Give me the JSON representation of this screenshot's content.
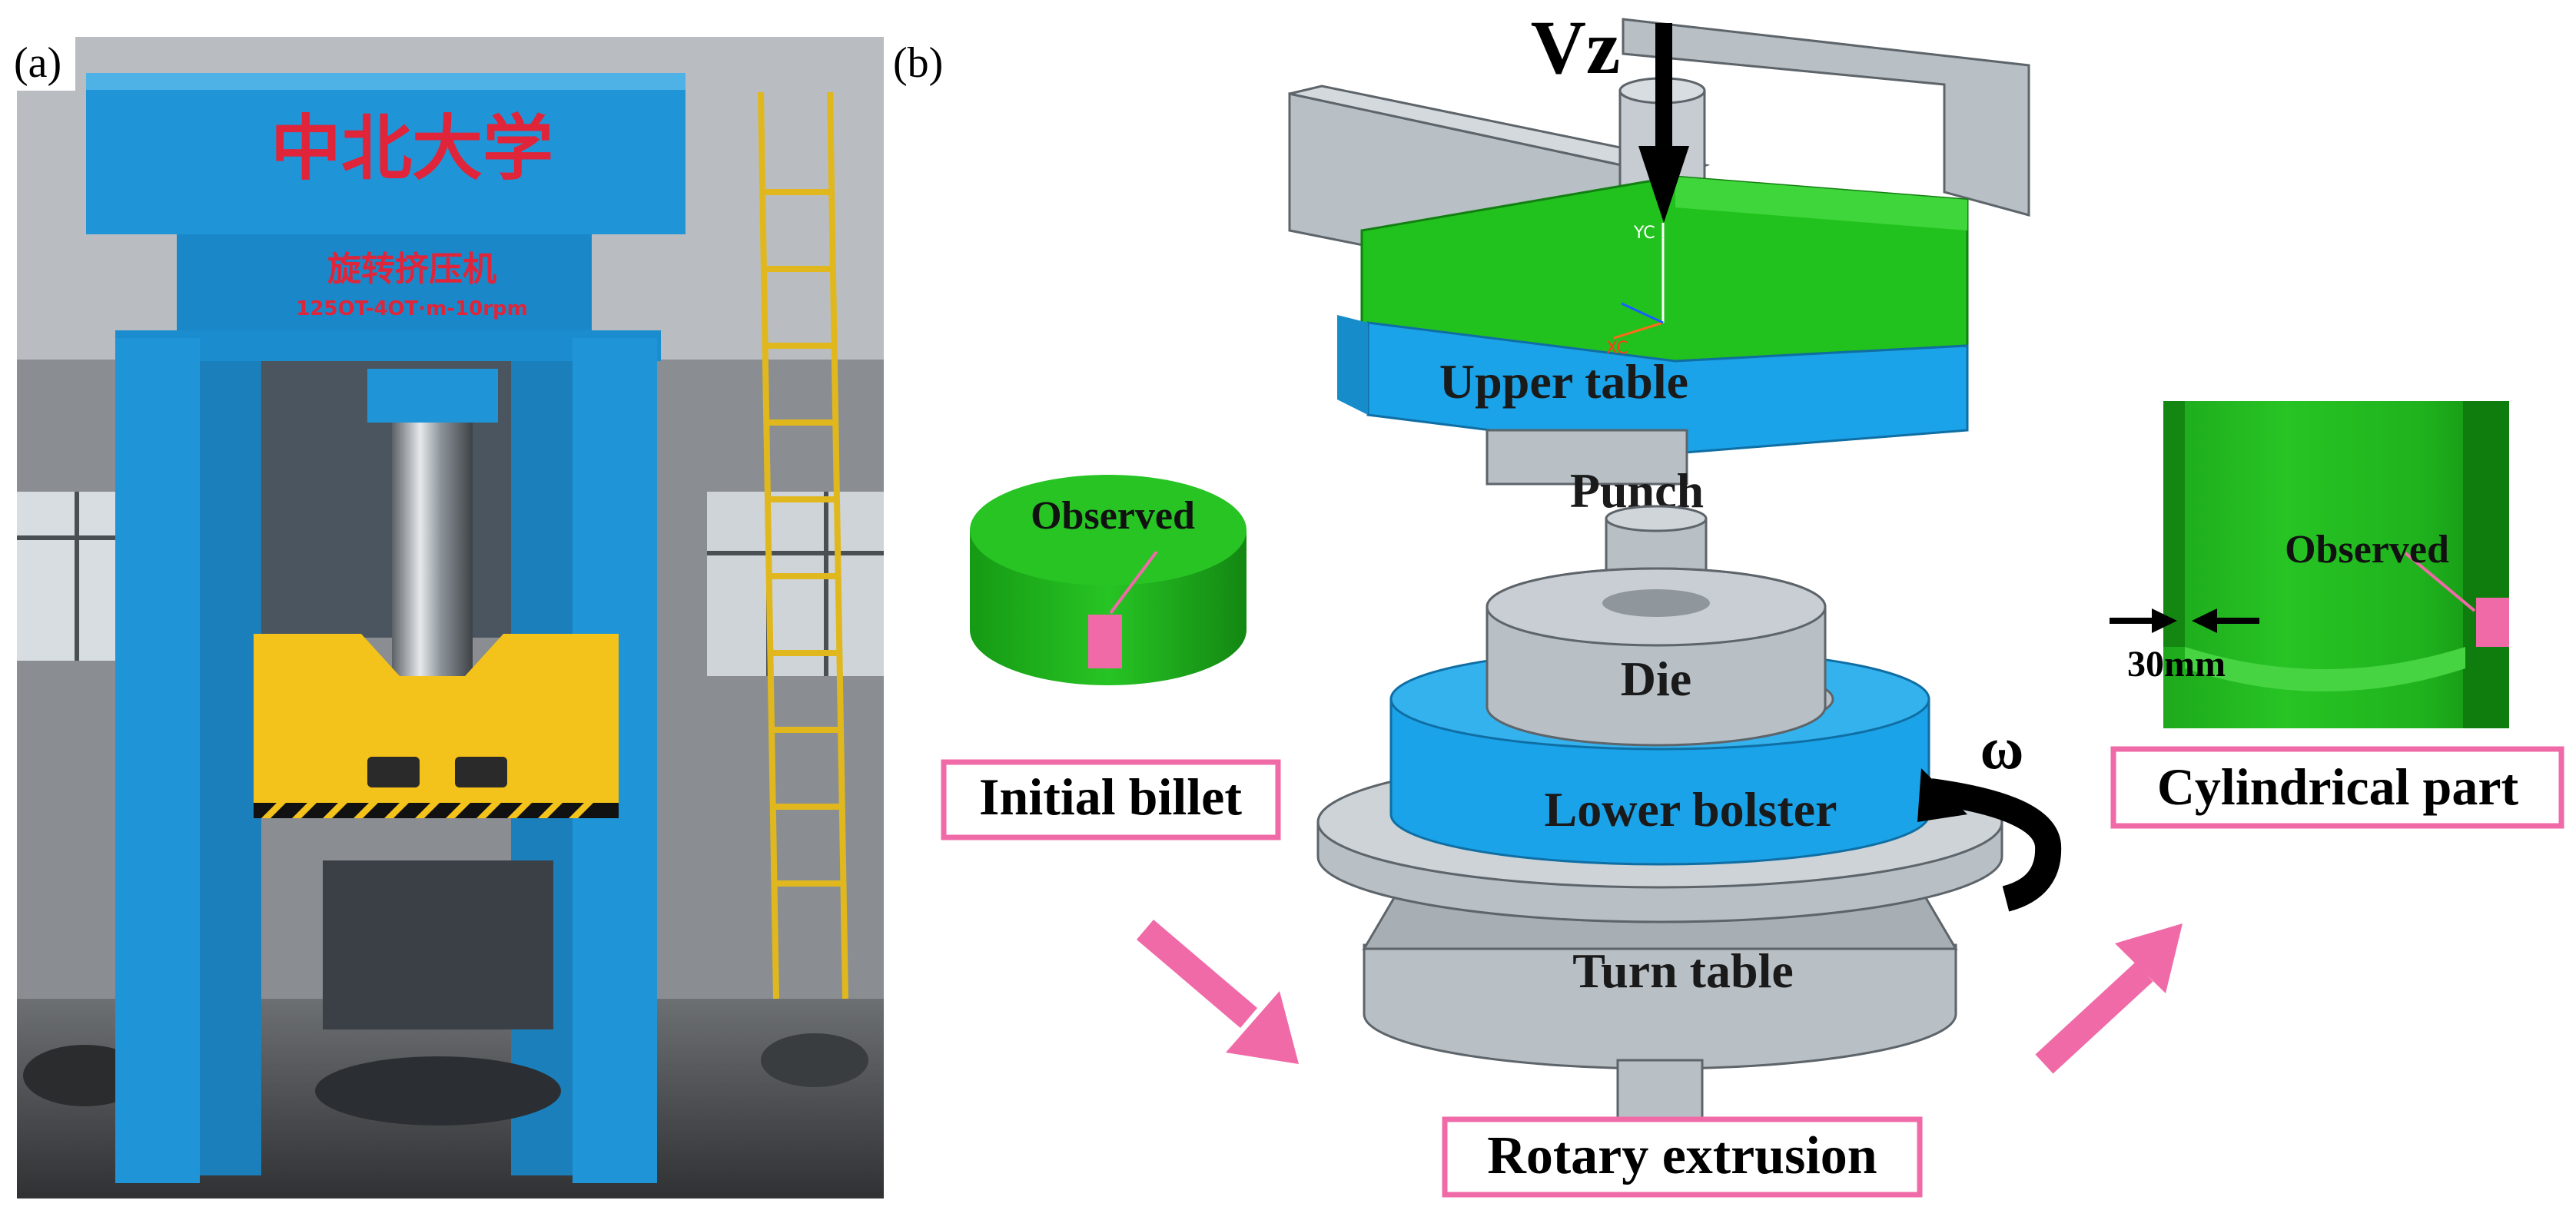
{
  "panel_a": {
    "label": "(a)",
    "sign_main": "中北大学",
    "sign_sub": "旋转挤压机",
    "sign_spec": "125OT-4OT·m-10rpm"
  },
  "panel_b": {
    "label": "(b)",
    "velocity": "Vz",
    "omega": "ω",
    "axis_yc": "YC",
    "axis_xc": "XC",
    "parts": {
      "upper_table": "Upper table",
      "punch": "Punch",
      "die": "Die",
      "lower_bolster": "Lower bolster",
      "turn_table": "Turn table"
    },
    "billet": {
      "observed": "Observed",
      "caption": "Initial billet"
    },
    "cylinder": {
      "observed": "Observed",
      "thickness": "30mm",
      "caption": "Cylindrical part"
    },
    "process_caption": "Rotary extrusion",
    "colors": {
      "steel_blue": "#1aa3e8",
      "green": "#22c21e",
      "grey": "#b8c0c6",
      "pink": "#f06aa8",
      "press_blue": "#1f95d8",
      "press_yellow": "#f3c21b"
    }
  }
}
